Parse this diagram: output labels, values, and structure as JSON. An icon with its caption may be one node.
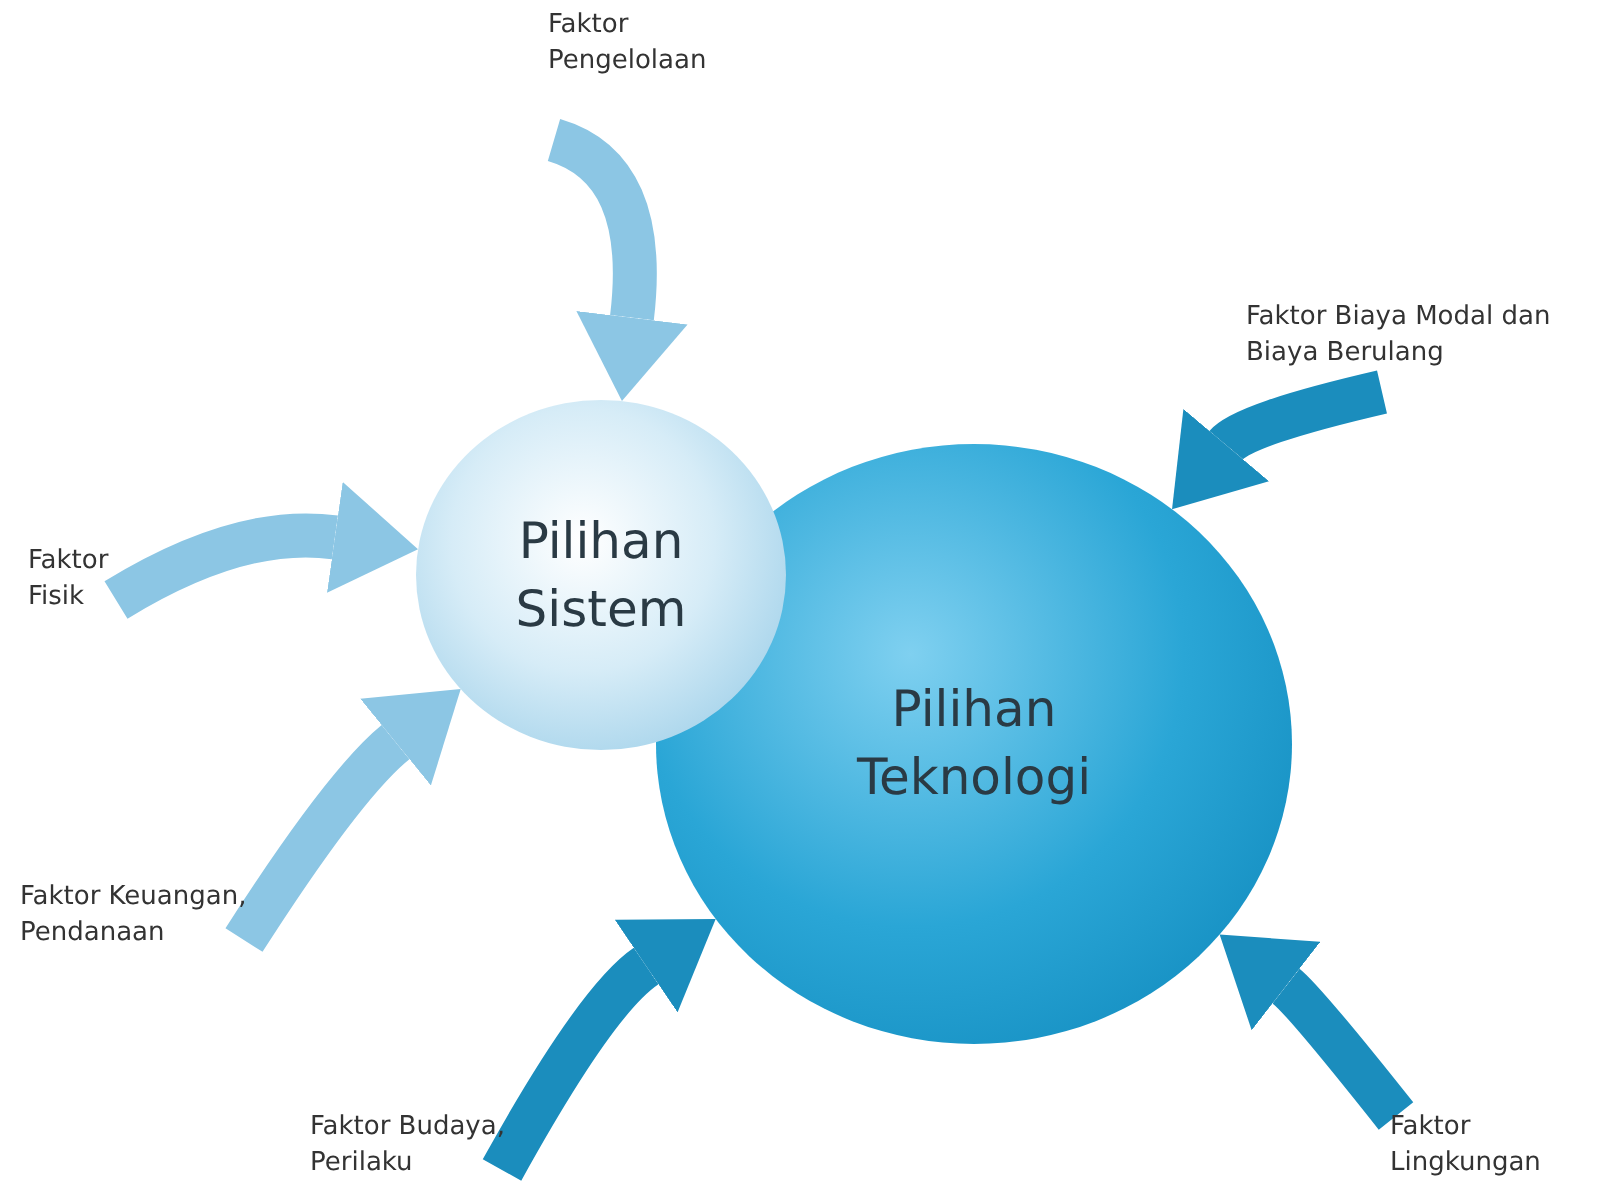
{
  "diagram": {
    "nodes": [
      {
        "text": [
          "Faktor Pengelolaan"
        ]
      },
      {
        "text": [
          "Faktor Biaya Modal dan Biaya Berulang"
        ]
      },
      {
        "text": [
          "Faktor Fisik"
        ]
      },
      {
        "text": [
          "Pilihan Sistem"
        ]
      },
      {
        "text": [
          "Pilihan Teknologi"
        ]
      },
      {
        "text": [
          "Faktor Keuangan, Pendanaan"
        ]
      },
      {
        "text": [
          "Faktor Budaya, Perilaku"
        ]
      },
      {
        "text": [
          "Faktor Lingkungan"
        ]
      }
    ],
    "edges": [
      {
        "from": 0,
        "to": 3,
        "arrow": "to",
        "color": "#8cc6e4"
      },
      {
        "from": 1,
        "to": 4,
        "arrow": "to",
        "color": "#1b8dbd"
      },
      {
        "from": 2,
        "to": 3,
        "arrow": "to",
        "color": "#8cc6e4"
      },
      {
        "from": 5,
        "to": 3,
        "arrow": "to",
        "color": "#8cc6e4"
      },
      {
        "from": 6,
        "to": 4,
        "arrow": "to",
        "color": "#1b8dbd"
      },
      {
        "from": 7,
        "to": 4,
        "arrow": "to",
        "color": "#1b8dbd"
      }
    ]
  }
}
